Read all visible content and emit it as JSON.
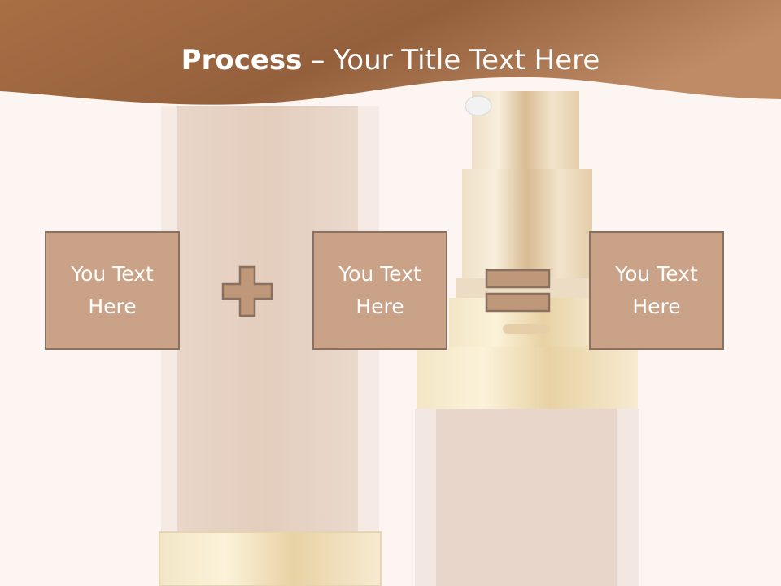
{
  "title": {
    "bold": "Process",
    "separator": " – ",
    "rest": "Your Title Text Here"
  },
  "boxes": [
    {
      "text": "You Text Here"
    },
    {
      "text": "You Text Here"
    },
    {
      "text": "You Text Here"
    }
  ],
  "operators": [
    "plus",
    "equals"
  ],
  "colors": {
    "header": "#a86a3e",
    "box_fill": "#c9a287",
    "box_border": "#8a7060",
    "operator_fill": "#bf9779",
    "background": "#fcf5f1"
  }
}
